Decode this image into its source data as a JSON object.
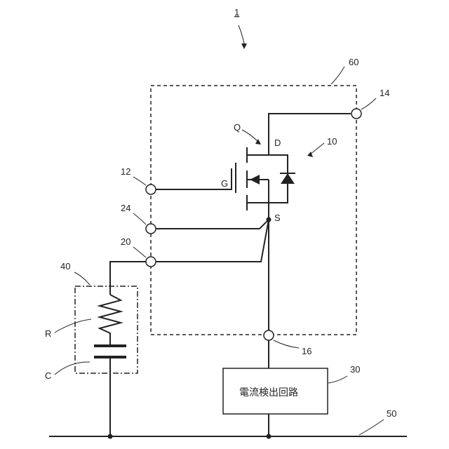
{
  "figure": {
    "device_ref": "1",
    "module_ref": "60",
    "switch_ref": "10",
    "snubber_ref": "40",
    "ground_ref": "50",
    "detector_ref": "30",
    "terminal_drain_ref": "14",
    "terminal_gate_ref": "12",
    "terminal_sense_ref": "24",
    "terminal_source_ref": "20",
    "terminal_detect_ref": "16",
    "transistor_label": "Q",
    "drain_label": "D",
    "gate_label": "G",
    "source_label": "S",
    "resistor_label": "R",
    "capacitor_label": "C",
    "detector_text": "電流検出回路"
  }
}
